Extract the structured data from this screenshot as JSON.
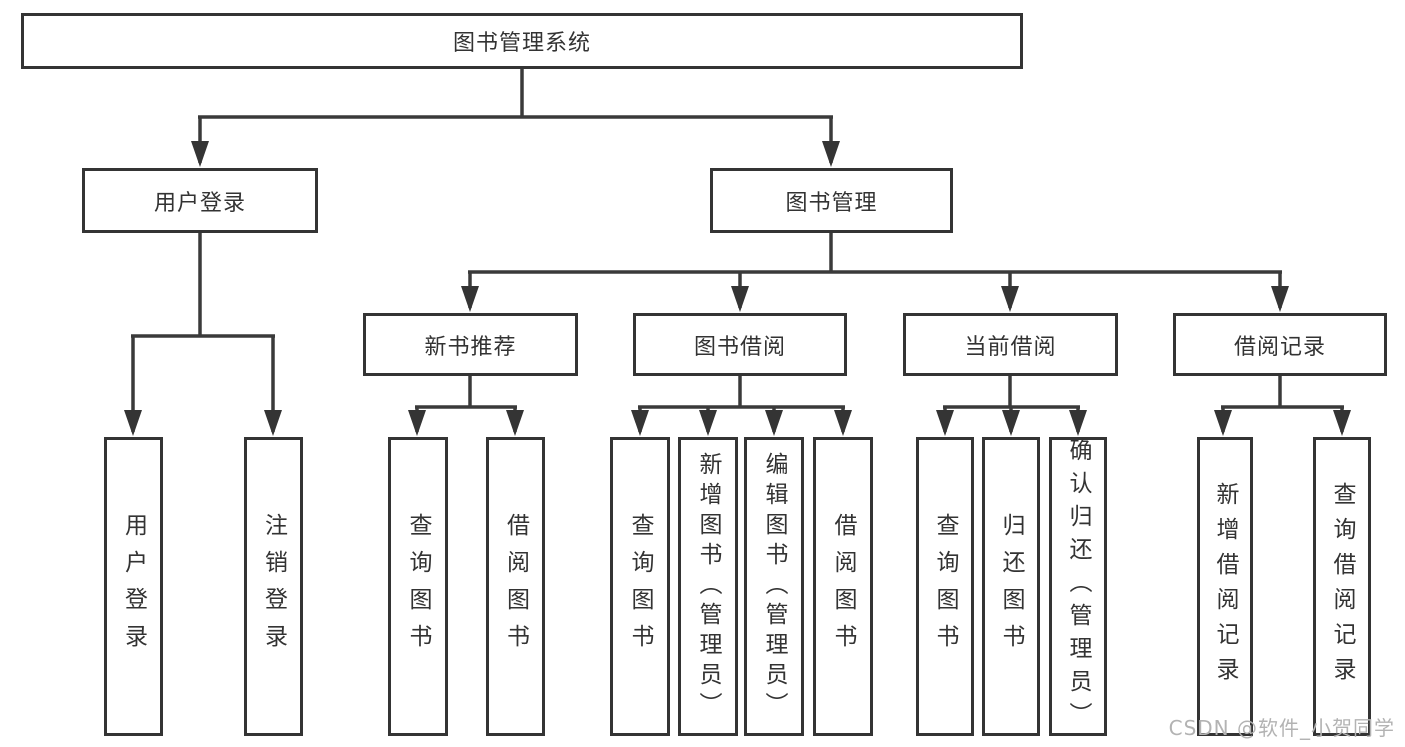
{
  "colors": {
    "line": "#3a3a3a",
    "box_border": "#343434",
    "text": "#333333",
    "watermark": "#b3b3b3",
    "background": "#ffffff"
  },
  "watermark": {
    "text": "CSDN @软件_小贺同学"
  },
  "tree": {
    "root": {
      "label": "图书管理系统"
    },
    "branches": [
      {
        "label": "用户登录",
        "children": [
          {
            "label": "用户登录"
          },
          {
            "label": "注销登录"
          }
        ]
      },
      {
        "label": "图书管理",
        "sections": [
          {
            "label": "新书推荐",
            "children": [
              {
                "label": "查询图书"
              },
              {
                "label": "借阅图书"
              }
            ]
          },
          {
            "label": "图书借阅",
            "children": [
              {
                "label": "查询图书"
              },
              {
                "label": "新增图书（管理员）"
              },
              {
                "label": "编辑图书（管理员）"
              },
              {
                "label": "借阅图书"
              }
            ]
          },
          {
            "label": "当前借阅",
            "children": [
              {
                "label": "查询图书"
              },
              {
                "label": "归还图书"
              },
              {
                "label": "确认归还（管理员）"
              }
            ]
          },
          {
            "label": "借阅记录",
            "children": [
              {
                "label": "新增借阅记录"
              },
              {
                "label": "查询借阅记录"
              }
            ]
          }
        ]
      }
    ]
  }
}
